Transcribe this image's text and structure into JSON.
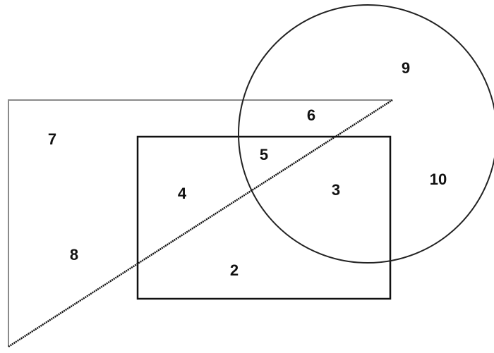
{
  "diagram": {
    "shapes": [
      {
        "name": "triangle",
        "stroke": "#8a8a8a"
      },
      {
        "name": "rectangle",
        "stroke": "#111111"
      },
      {
        "name": "circle",
        "stroke": "#222222"
      },
      {
        "name": "diagonal-line",
        "stroke": "#111111"
      }
    ],
    "regions": [
      {
        "label": "2"
      },
      {
        "label": "3"
      },
      {
        "label": "4"
      },
      {
        "label": "5"
      },
      {
        "label": "6"
      },
      {
        "label": "7"
      },
      {
        "label": "8"
      },
      {
        "label": "9"
      },
      {
        "label": "10"
      }
    ]
  }
}
